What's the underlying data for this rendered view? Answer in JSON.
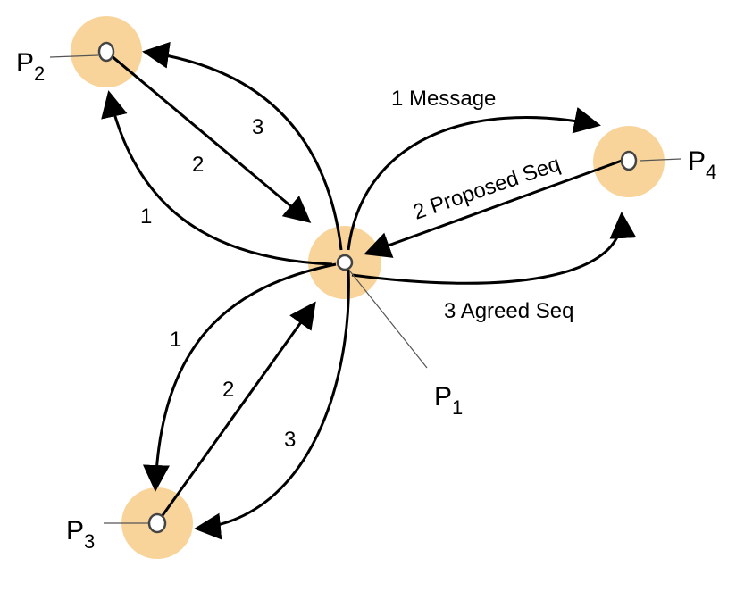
{
  "colors": {
    "halo": "#f9d49a",
    "edge": "#000000",
    "node_outline": "#444444"
  },
  "nodes": {
    "p1": {
      "letter": "P",
      "sub": "1"
    },
    "p2": {
      "letter": "P",
      "sub": "2"
    },
    "p3": {
      "letter": "P",
      "sub": "3"
    },
    "p4": {
      "letter": "P",
      "sub": "4"
    }
  },
  "edge_labels": {
    "p2_1": "1",
    "p2_2": "2",
    "p2_3": "3",
    "p3_1": "1",
    "p3_2": "2",
    "p3_3": "3",
    "p4_1": "1 Message",
    "p4_2": "2 Proposed Seq",
    "p4_3": "3 Agreed Seq"
  }
}
